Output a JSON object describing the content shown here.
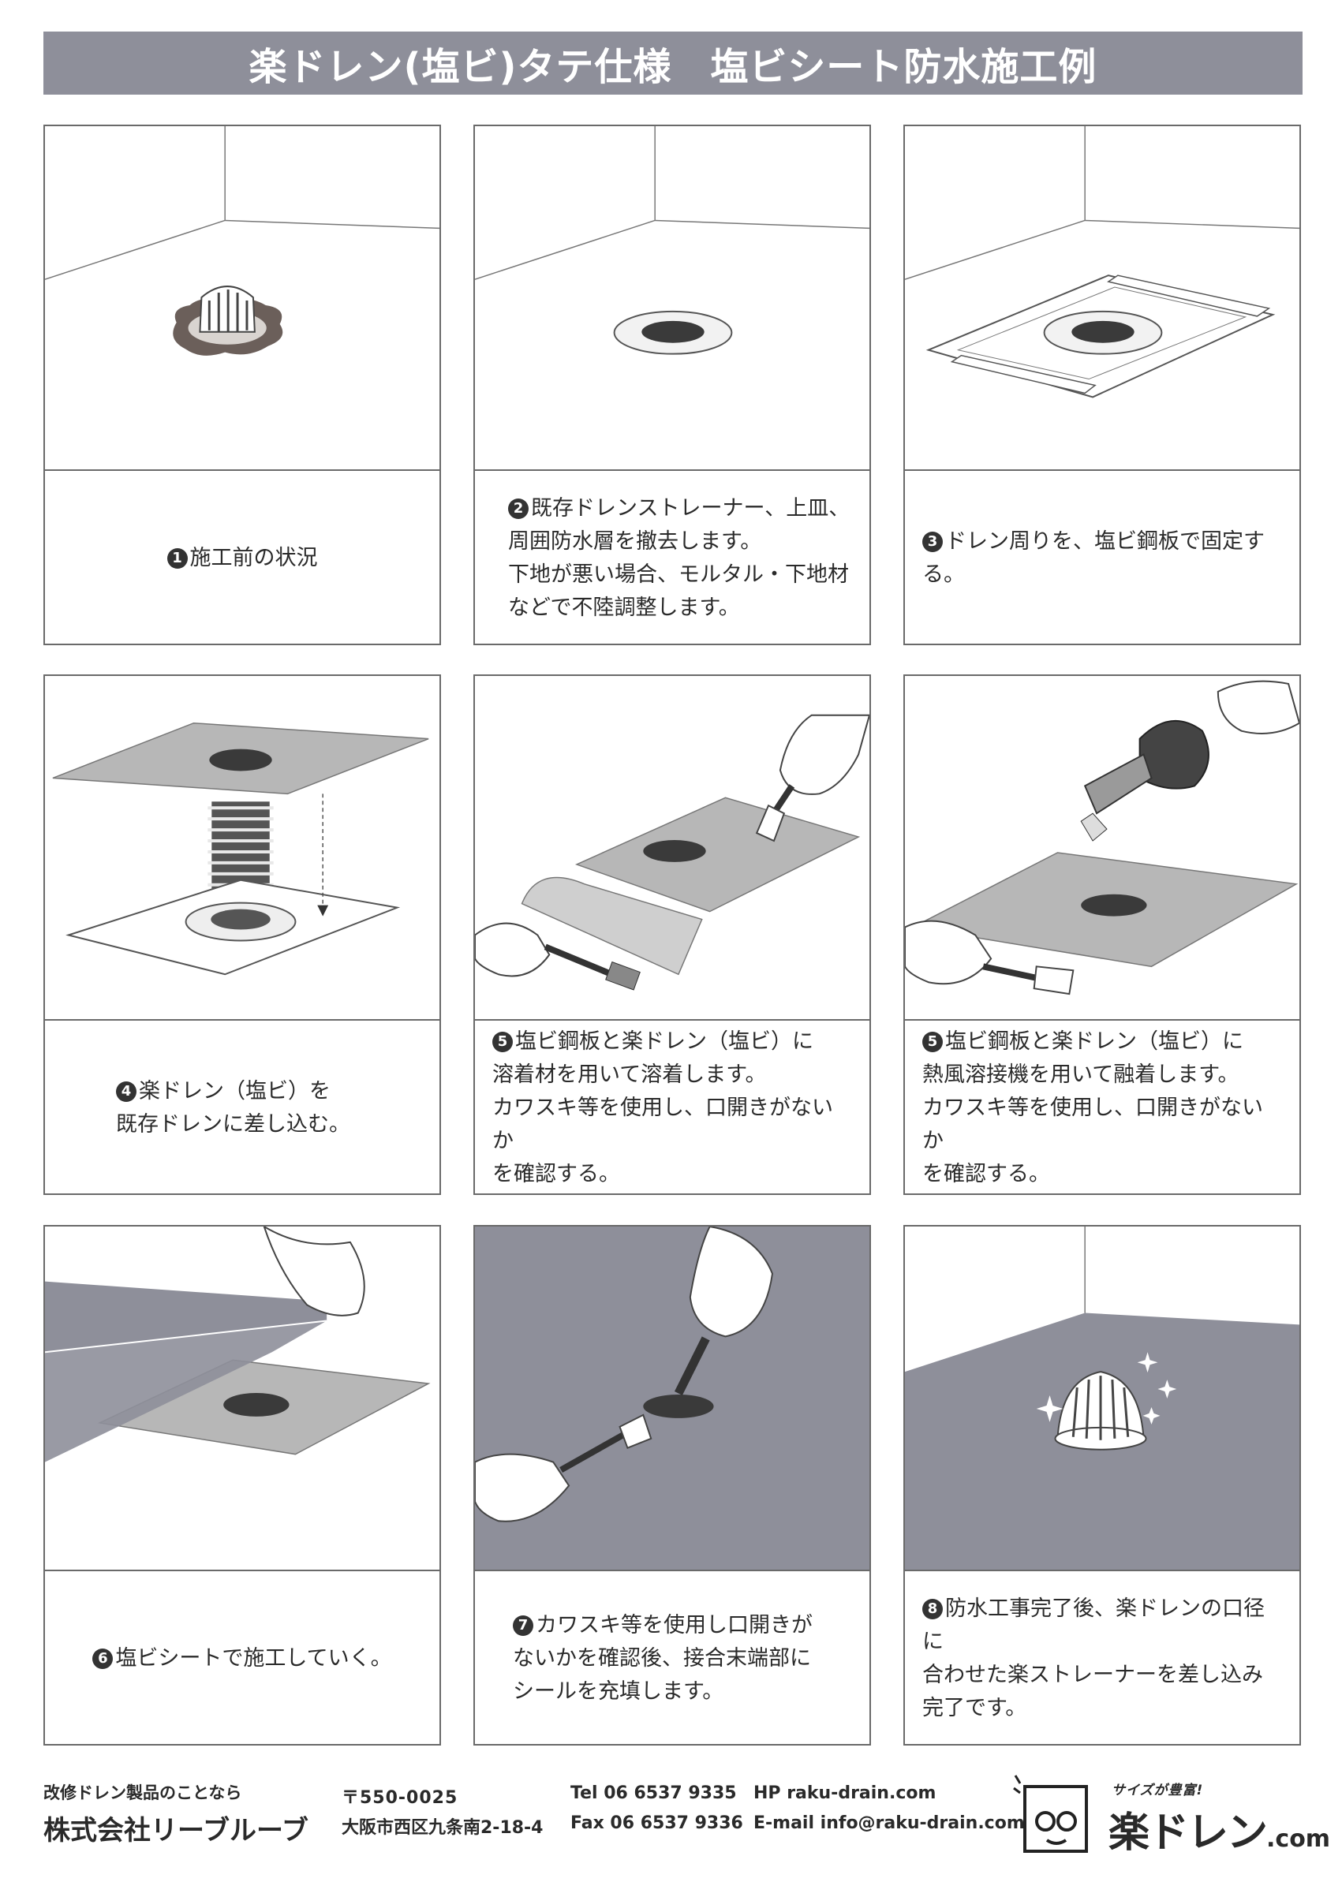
{
  "header": {
    "title": "楽ドレン(塩ビ)タテ仕様　塩ビシート防水施工例"
  },
  "steps": [
    {
      "badge": "1",
      "text": "施工前の状況"
    },
    {
      "badge": "2",
      "text": "既存ドレンストレーナー、上皿、\n周囲防水層を撤去します。\n下地が悪い場合、モルタル・下地材\nなどで不陸調整します。"
    },
    {
      "badge": "3",
      "text": "ドレン周りを、塩ビ鋼板で固定する。"
    },
    {
      "badge": "4",
      "text": "楽ドレン（塩ビ）を\n既存ドレンに差し込む。"
    },
    {
      "badge": "5",
      "text": "塩ビ鋼板と楽ドレン（塩ビ）に\n溶着材を用いて溶着します。\nカワスキ等を使用し、口開きがないか\nを確認する。"
    },
    {
      "badge": "5",
      "text": "塩ビ鋼板と楽ドレン（塩ビ）に\n熱風溶接機を用いて融着します。\nカワスキ等を使用し、口開きがないか\nを確認する。"
    },
    {
      "badge": "6",
      "text": "塩ビシートで施工していく。"
    },
    {
      "badge": "7",
      "text": "カワスキ等を使用し口開きが\nないかを確認後、接合末端部に\nシールを充填します。"
    },
    {
      "badge": "8",
      "text": "防水工事完了後、楽ドレンの口径に\n合わせた楽ストレーナーを差し込み\n完了です。"
    }
  ],
  "footer": {
    "tagline": "改修ドレン製品のことなら",
    "company": "株式会社リーブルーブ",
    "zip": "〒550-0025",
    "address": "大阪市西区九条南2-18-4",
    "tel": "Tel 06 6537 9335",
    "fax": "Fax 06 6537 9336",
    "hp": "HP raku-drain.com",
    "email": "E-mail info@raku-drain.com",
    "logo_tagline": "サイズが豊富!",
    "logo_name": "楽ドレン",
    "logo_suffix": ".com"
  },
  "colors": {
    "title_bar": "#8e8f9a",
    "sheet": "#b7b7b7",
    "membrane": "#8e8f9a",
    "border": "#6a6a6a"
  },
  "icons": [
    "drain-strainer-icon",
    "hand-icon",
    "brush-icon",
    "heat-gun-icon",
    "sparkle-icon",
    "logo-face-icon"
  ]
}
